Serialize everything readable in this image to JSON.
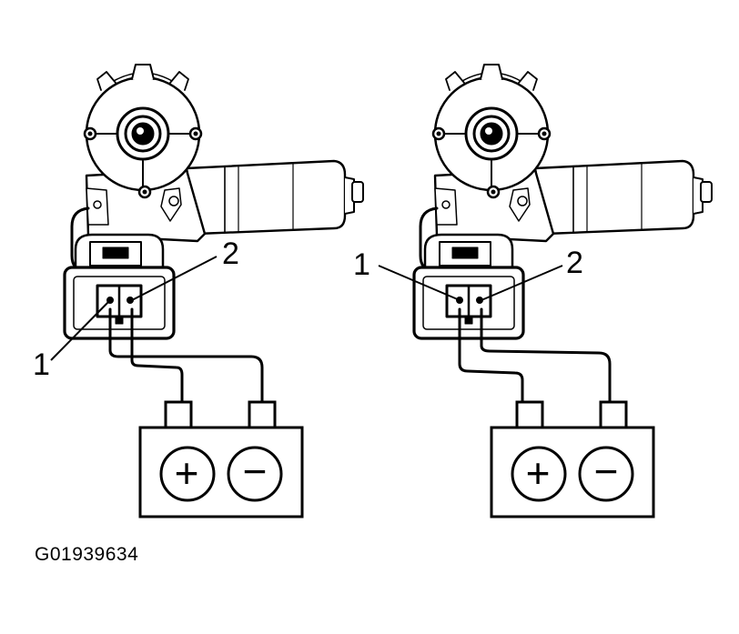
{
  "figure_id": "G01939634",
  "left_assembly": {
    "terminal_1_label": "1",
    "terminal_2_label": "2",
    "battery_positive": "+",
    "battery_negative": "−"
  },
  "right_assembly": {
    "terminal_1_label": "1",
    "terminal_2_label": "2",
    "battery_positive": "+",
    "battery_negative": "−"
  },
  "icons": {
    "motor": "window-motor-icon",
    "connector": "connector-icon",
    "battery": "battery-icon"
  },
  "colors": {
    "ink": "#000000",
    "paper": "#ffffff"
  }
}
